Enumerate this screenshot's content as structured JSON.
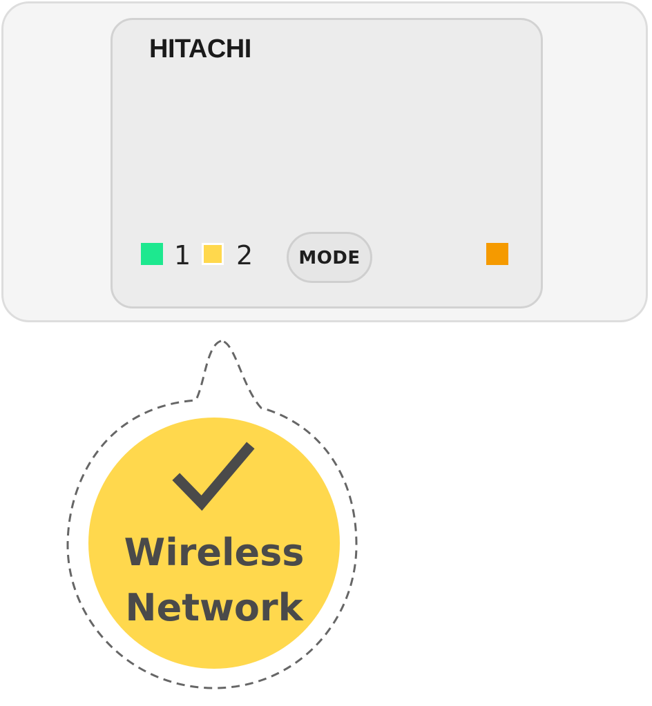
{
  "device": {
    "brand": "HITACHI",
    "mode_button_label": "MODE",
    "leds": [
      {
        "label": "1",
        "color": "#1de88f"
      },
      {
        "label": "2",
        "color": "#ffd84d"
      }
    ],
    "status_led_color": "#f59a00"
  },
  "callout": {
    "icon": "checkmark-icon",
    "badge_color": "#ffd84d",
    "line_1": "Wireless",
    "line_2": "Network"
  }
}
